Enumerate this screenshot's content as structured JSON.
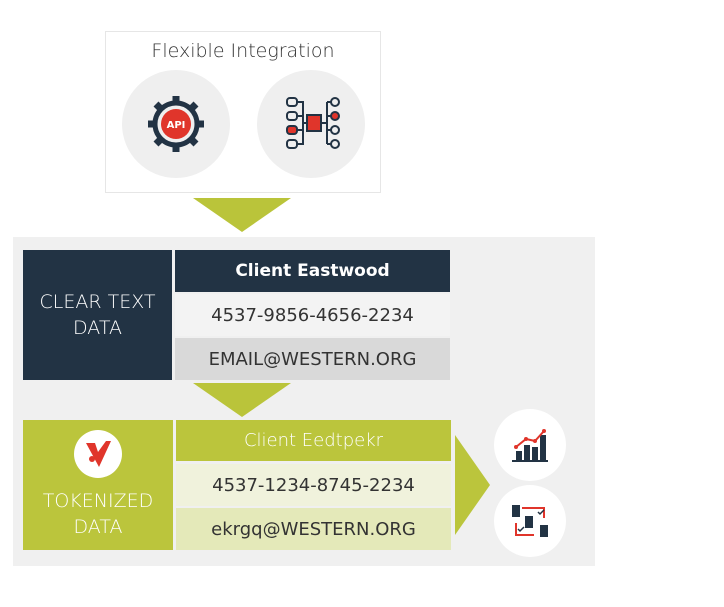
{
  "integration": {
    "title": "Flexible Integration",
    "icons": [
      "api-gear-icon",
      "data-mapping-icon"
    ],
    "api_label": "API"
  },
  "clear": {
    "label_line1": "CLEAR TEXT",
    "label_line2": "DATA",
    "client": "Client Eastwood",
    "card": "4537-9856-4656-2234",
    "email": "EMAIL@WESTERN.ORG"
  },
  "tokenized": {
    "label_line1": "TOKENIZED",
    "label_line2": "DATA",
    "client": "Client Eedtpekr",
    "card": "4537-1234-8745-2234",
    "email": "ekrgq@WESTERN.ORG"
  },
  "outputs": {
    "icons": [
      "analytics-chart-icon",
      "workflow-documents-icon"
    ]
  },
  "colors": {
    "navy": "#223344",
    "green": "#bbc53c",
    "red": "#e0352b"
  }
}
